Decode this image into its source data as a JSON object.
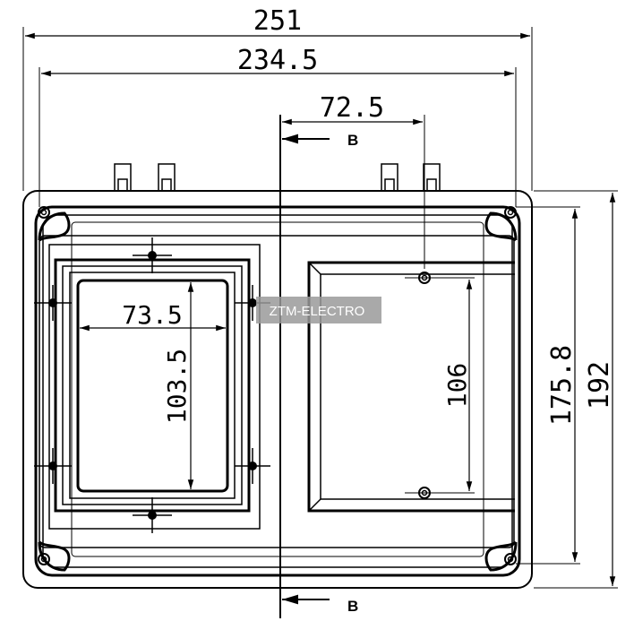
{
  "dimensions": {
    "overall_width": "251",
    "inner_width": "234.5",
    "offset_to_holes": "72.5",
    "window_width": "73.5",
    "window_height": "103.5",
    "hole_spacing": "106",
    "inner_height": "175.8",
    "overall_height": "192"
  },
  "section_marks": {
    "top": "B",
    "bottom": "B"
  },
  "watermark": {
    "text": "ZTM-ELECTRO"
  },
  "colors": {
    "line": "#000000",
    "background": "#ffffff",
    "watermark_box": "#9a9a9a"
  }
}
